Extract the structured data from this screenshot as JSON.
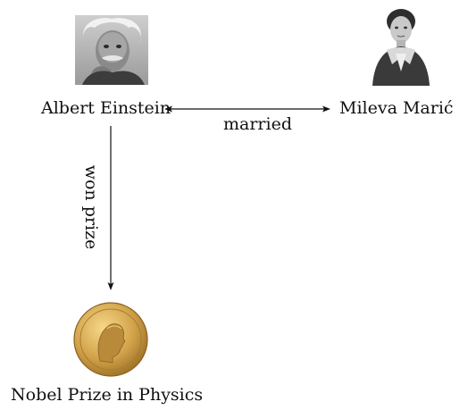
{
  "nodes": {
    "einstein": {
      "label": "Albert Einstein",
      "image": "einstein-portrait"
    },
    "maric": {
      "label": "Mileva Marić",
      "image": "maric-portrait"
    },
    "nobel": {
      "label": "Nobel Prize in Physics",
      "image": "nobel-medal"
    }
  },
  "edges": [
    {
      "from": "einstein",
      "to": "maric",
      "label": "married",
      "direction": "both"
    },
    {
      "from": "einstein",
      "to": "nobel",
      "label": "won prize",
      "direction": "forward"
    }
  ],
  "colors": {
    "line": "#111111",
    "medal_gold": "#c89a3c",
    "photo_dark": "#3c3c3c",
    "photo_light": "#d9d9d9"
  }
}
